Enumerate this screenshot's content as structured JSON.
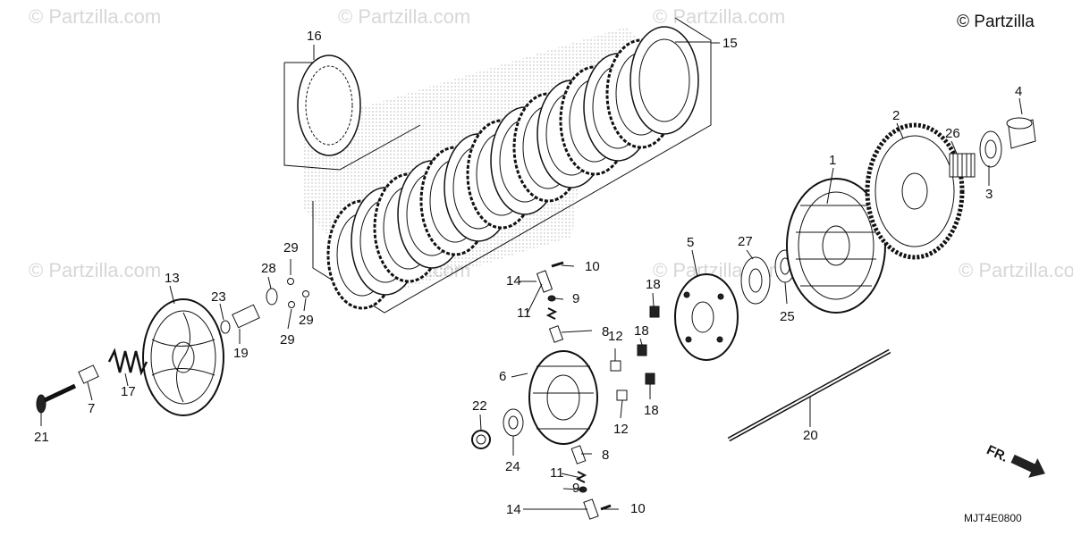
{
  "copyright": "© Partzilla",
  "watermark": "© Partzilla.com",
  "diagram_code": "MJT4E0800",
  "direction_label": "FR.",
  "callouts": [
    "1",
    "2",
    "3",
    "4",
    "5",
    "6",
    "7",
    "8",
    "8",
    "9",
    "9",
    "10",
    "10",
    "11",
    "11",
    "12",
    "12",
    "13",
    "14",
    "14",
    "15",
    "16",
    "17",
    "18",
    "18",
    "18",
    "19",
    "20",
    "21",
    "22",
    "23",
    "24",
    "25",
    "26",
    "27",
    "28",
    "29",
    "29",
    "29"
  ]
}
